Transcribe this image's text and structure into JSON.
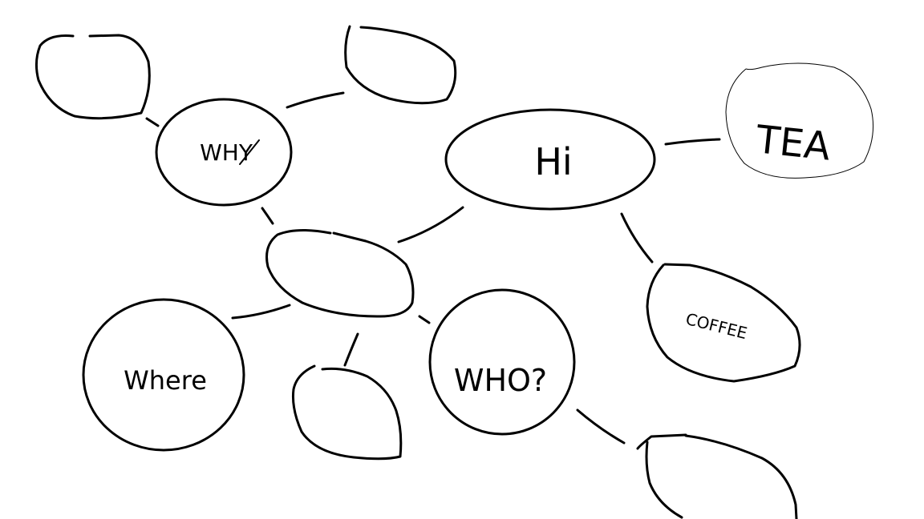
{
  "diagram": {
    "background": "#ffffff",
    "ink_color": "#000000",
    "nodes": [
      {
        "id": "why",
        "label": "WHY"
      },
      {
        "id": "hi",
        "label": "Hi"
      },
      {
        "id": "tea",
        "label": "TEA"
      },
      {
        "id": "coffee",
        "label": "COFFEE"
      },
      {
        "id": "where",
        "label": "Where"
      },
      {
        "id": "who",
        "label": "WHO?"
      },
      {
        "id": "empty-top-left",
        "label": ""
      },
      {
        "id": "empty-top-center",
        "label": ""
      },
      {
        "id": "center",
        "label": ""
      },
      {
        "id": "empty-bottom-center",
        "label": ""
      },
      {
        "id": "empty-bottom-right",
        "label": ""
      }
    ],
    "edges": [
      {
        "from": "why",
        "to": "empty-top-left"
      },
      {
        "from": "why",
        "to": "empty-top-center"
      },
      {
        "from": "why",
        "to": "center"
      },
      {
        "from": "hi",
        "to": "center"
      },
      {
        "from": "hi",
        "to": "tea"
      },
      {
        "from": "hi",
        "to": "coffee"
      },
      {
        "from": "center",
        "to": "where"
      },
      {
        "from": "center",
        "to": "empty-bottom-center"
      },
      {
        "from": "center",
        "to": "who"
      },
      {
        "from": "who",
        "to": "empty-bottom-right"
      }
    ]
  }
}
